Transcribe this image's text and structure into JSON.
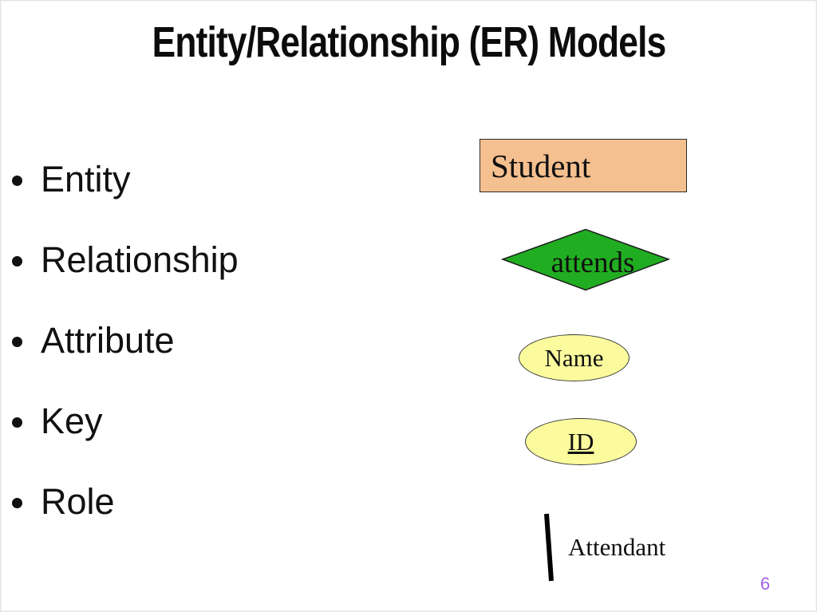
{
  "slide": {
    "title": "Entity/Relationship (ER) Models",
    "page_number": "6"
  },
  "bullets": [
    "Entity",
    "Relationship",
    "Attribute",
    "Key",
    "Role"
  ],
  "diagram": {
    "entity": {
      "label": "Student",
      "shape": "rectangle",
      "fill": "#F5C08F"
    },
    "relationship": {
      "label": "attends",
      "shape": "diamond",
      "fill": "#21AD21"
    },
    "attribute": {
      "label": "Name",
      "shape": "ellipse",
      "fill": "#FBFB9E"
    },
    "key": {
      "label": "ID",
      "shape": "ellipse",
      "fill": "#FBFB9E",
      "underlined": true
    },
    "role": {
      "label": "Attendant",
      "shape": "line"
    }
  },
  "colors": {
    "title_text": "#0C0C0C",
    "body_text": "#111111",
    "shape_border": "#2B2B2B",
    "line_stroke": "#000000",
    "page_number": "#A160E8",
    "slide_frame": "#E3E3E3"
  }
}
